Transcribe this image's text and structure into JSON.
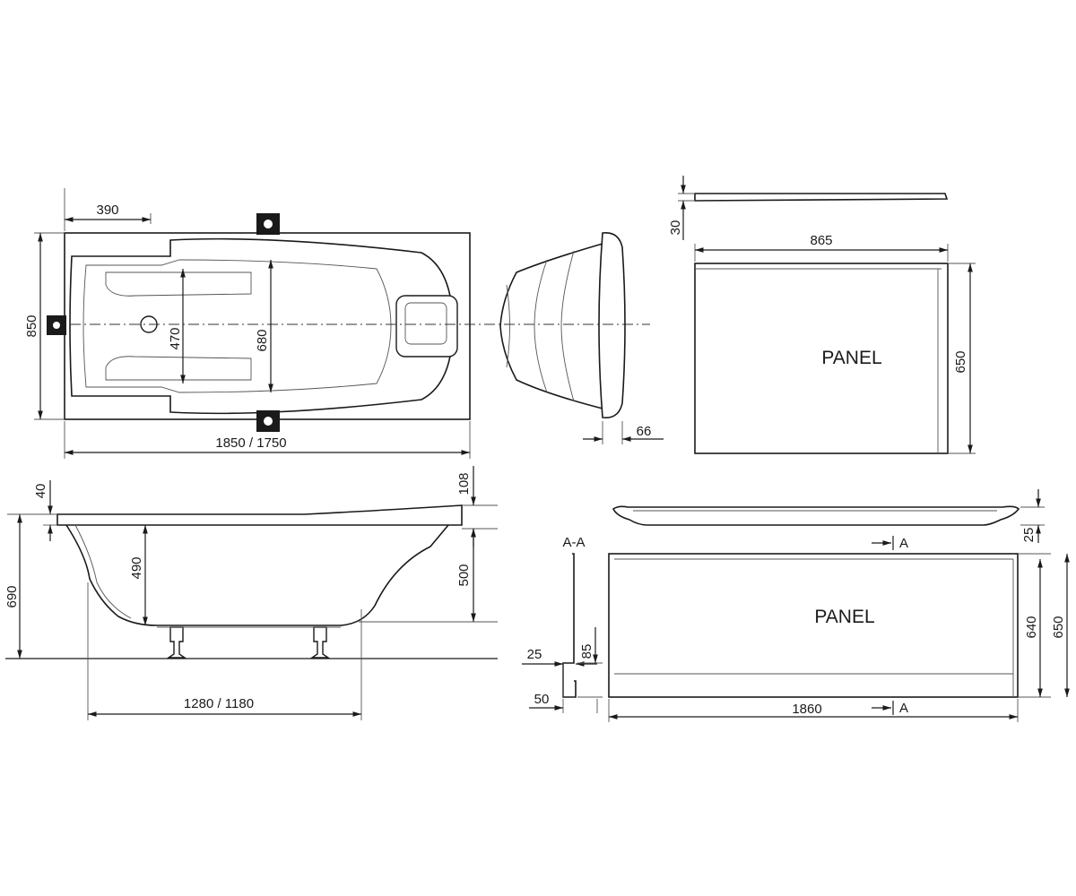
{
  "top_view": {
    "dim_headrest": "390",
    "dim_width": "850",
    "dim_inner_width": "470",
    "dim_body_width": "680",
    "dim_length": "1850 / 1750"
  },
  "end_view": {
    "dim_rim": "66"
  },
  "end_panel": {
    "dim_thickness": "30",
    "dim_length": "865",
    "dim_height": "650",
    "label": "PANEL"
  },
  "side_view": {
    "dim_rim": "40",
    "dim_rim_total": "108",
    "dim_depth": "490",
    "dim_front_depth": "500",
    "dim_height": "690",
    "dim_base": "1280 / 1180"
  },
  "front_panel": {
    "section_label": "A-A",
    "section_marker": "A",
    "dim_lip": "25",
    "dim_top": "25",
    "dim_foot": "50",
    "dim_foot_h": "85",
    "dim_inner_h": "640",
    "dim_outer_h": "650",
    "dim_length": "1860",
    "label": "PANEL"
  }
}
